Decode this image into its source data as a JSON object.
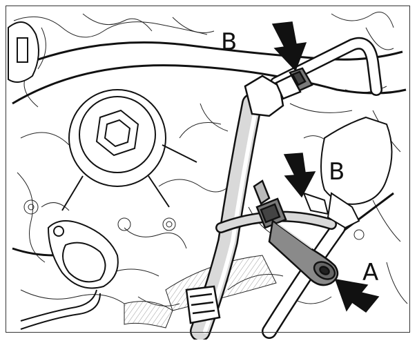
{
  "callouts": {
    "upper_b": "B",
    "middle_b": "B",
    "lower_a": "A"
  },
  "colors": {
    "line": "#1a1a1a",
    "hose_fill": "#d9d9d9",
    "clamp_fill": "#7a7a7a",
    "arrow_fill": "#111111",
    "background": "#ffffff"
  },
  "icons": [
    "down-arrow-icon",
    "down-arrow-icon",
    "up-left-arrow-icon"
  ]
}
